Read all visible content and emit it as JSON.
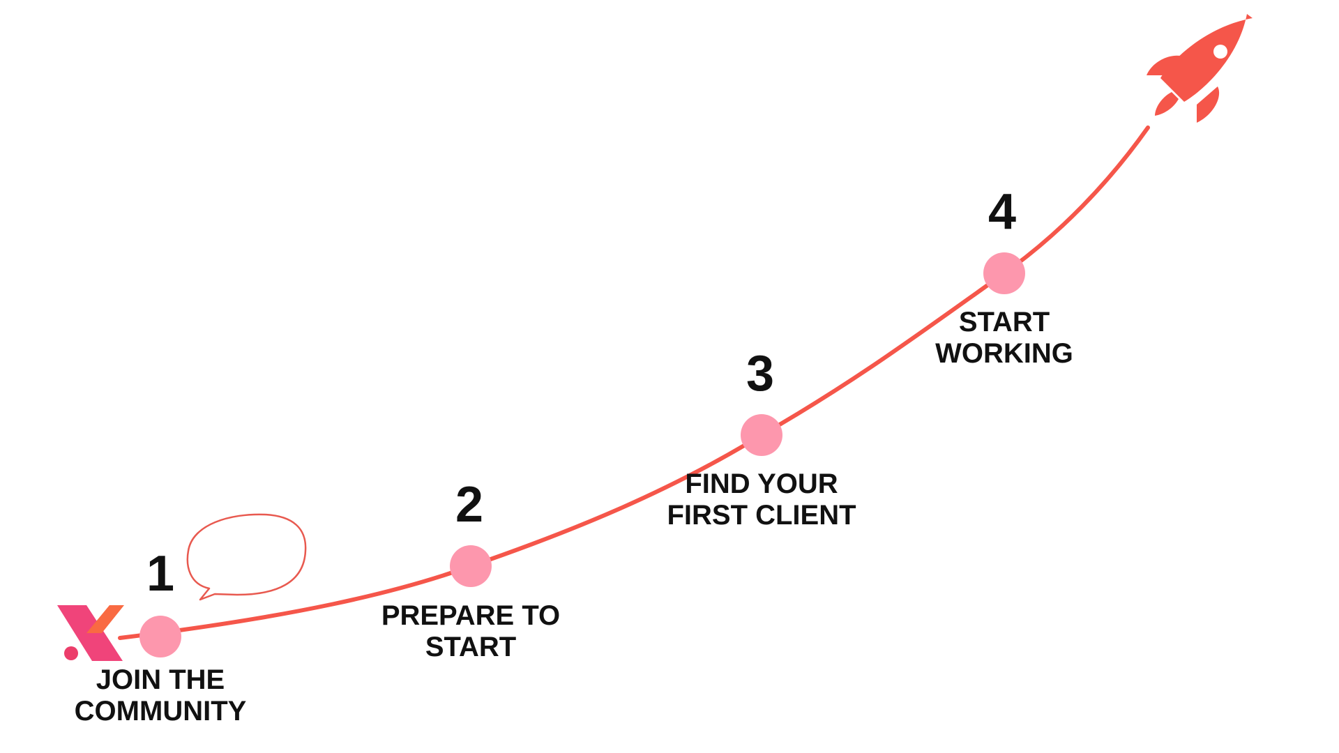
{
  "colors": {
    "path": "#f5564a",
    "node": "#fd97ad",
    "rocket": "#f5564a",
    "bubble_outline": "#e8594f",
    "logo_pink": "#f0447a",
    "logo_orange": "#f96a42",
    "text": "#111111"
  },
  "icons": {
    "logo": "brand-x-logo",
    "rocket": "rocket-icon",
    "bubble": "speech-bubble-icon"
  },
  "steps": [
    {
      "number": "1",
      "label_line1": "JOIN THE",
      "label_line2": "COMMUNITY"
    },
    {
      "number": "2",
      "label_line1": "PREPARE TO",
      "label_line2": "START"
    },
    {
      "number": "3",
      "label_line1": "FIND YOUR",
      "label_line2": "FIRST CLIENT"
    },
    {
      "number": "4",
      "label_line1": "START",
      "label_line2": "WORKING"
    }
  ]
}
